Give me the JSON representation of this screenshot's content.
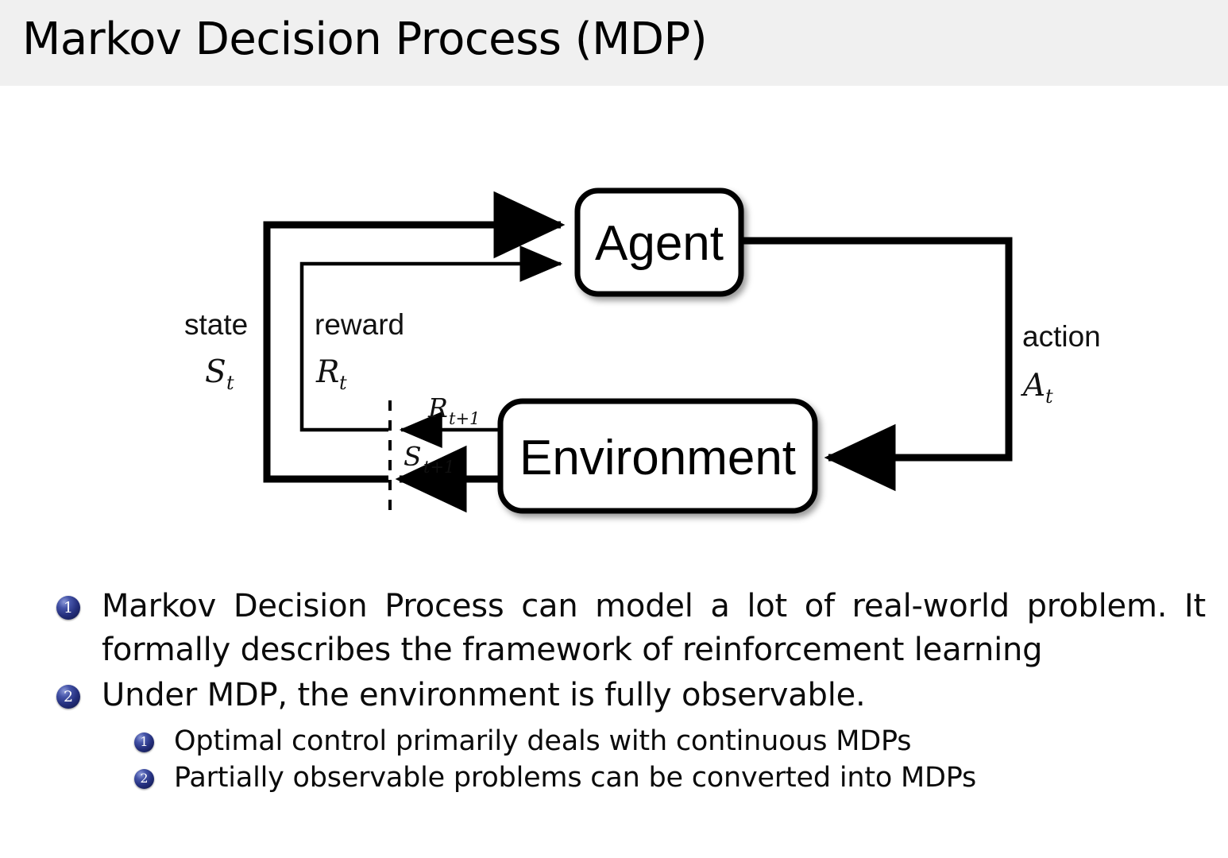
{
  "header": {
    "title": "Markov Decision Process (MDP)",
    "background": "#f0f0f0"
  },
  "diagram": {
    "agent_label": "Agent",
    "environment_label": "Environment",
    "state_word": "state",
    "state_symbol": "S",
    "state_subscript": "t",
    "reward_word": "reward",
    "reward_symbol": "R",
    "reward_subscript": "t",
    "action_word": "action",
    "action_symbol": "A",
    "action_subscript": "t",
    "reward_next_symbol": "R",
    "reward_next_subscript": "t+1",
    "state_next_symbol": "S",
    "state_next_subscript": "t+1",
    "stroke_color": "#000000"
  },
  "bullets": {
    "accent_color": "#25307e",
    "items": [
      {
        "number": "1",
        "text": "Markov Decision Process can model a lot of real-world problem. It formally describes the framework of reinforcement learning"
      },
      {
        "number": "2",
        "text": "Under MDP, the environment is fully observable."
      }
    ],
    "subitems": [
      {
        "number": "1",
        "text": "Optimal control primarily deals with continuous MDPs"
      },
      {
        "number": "2",
        "text": "Partially observable problems can be converted into MDPs"
      }
    ]
  }
}
